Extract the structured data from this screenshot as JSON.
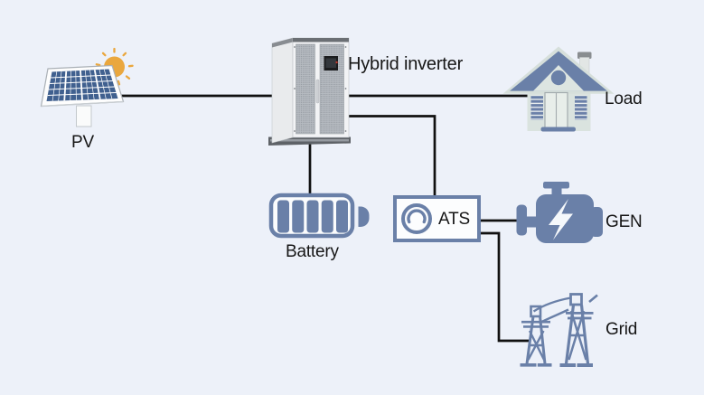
{
  "page": {
    "background": "#edf1f9"
  },
  "palette": {
    "icon_blue": "#6a80a8",
    "panel_cell_blue": "#40608f",
    "sun_orange": "#eaa73e",
    "connector_black": "#101010",
    "house_wall": "#dae3df",
    "text": "#161616"
  },
  "nodes": {
    "pv": {
      "label": "PV",
      "icon": "solar-panel-with-sun-icon"
    },
    "inverter": {
      "label": "Hybrid inverter",
      "icon": "inverter-cabinet-icon"
    },
    "load": {
      "label": "Load",
      "icon": "house-icon"
    },
    "battery": {
      "label": "Battery",
      "icon": "battery-icon"
    },
    "ats": {
      "label": "ATS",
      "icon": "transfer-switch-meter-icon"
    },
    "gen": {
      "label": "GEN",
      "icon": "engine-generator-icon"
    },
    "grid": {
      "label": "Grid",
      "icon": "transmission-towers-icon"
    }
  },
  "connections": [
    {
      "from": "pv",
      "to": "inverter"
    },
    {
      "from": "inverter",
      "to": "load"
    },
    {
      "from": "inverter",
      "to": "battery"
    },
    {
      "from": "inverter",
      "to": "ats"
    },
    {
      "from": "ats",
      "to": "gen"
    },
    {
      "from": "ats",
      "to": "grid"
    }
  ]
}
